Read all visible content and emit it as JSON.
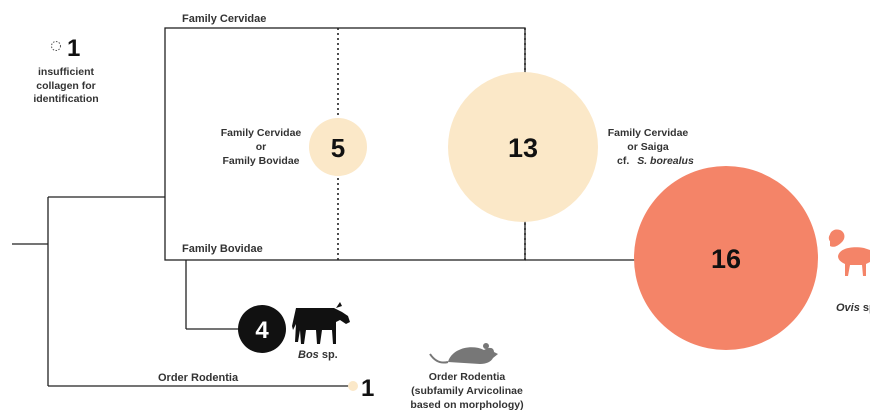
{
  "tree": {
    "family_cervidae": "Family Cervidae",
    "family_bovidae": "Family Bovidae",
    "order_rodentia": "Order Rodentia"
  },
  "insufficient": {
    "count": "1",
    "text_lines": [
      "insufficient",
      "collagen for",
      "identification"
    ]
  },
  "nodes": {
    "cervidae_or_bovidae": {
      "count": "5",
      "label_lines": [
        "Family Cervidae",
        "or",
        "Family Bovidae"
      ],
      "color": "#FBE8C8"
    },
    "cervidae_or_saiga": {
      "count": "13",
      "label_lines": [
        "Family Cervidae",
        "or Saiga",
        "cf."
      ],
      "species_italic": "S. borealus",
      "color": "#FBE8C8"
    },
    "ovis": {
      "count": "16",
      "genus_italic": "Ovis",
      "suffix": " sp.",
      "color": "#F48468"
    },
    "bos": {
      "count": "4",
      "genus_italic": "Bos",
      "suffix": " sp.",
      "color": "#111111"
    },
    "rodentia": {
      "count": "1",
      "label_lines": [
        "Order Rodentia",
        "(subfamily Arvicolinae",
        "based on morphology)"
      ],
      "color": "#FBE8C8"
    }
  },
  "icons": {
    "cow": "cow-icon",
    "ram": "ram-icon",
    "mouse": "mouse-icon"
  }
}
